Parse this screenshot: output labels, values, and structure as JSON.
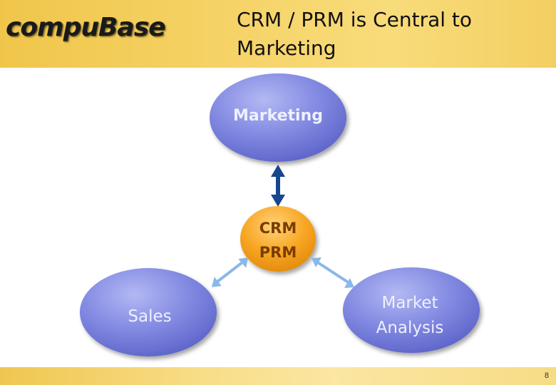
{
  "header": {
    "logo_text": "compuBase",
    "title": "CRM / PRM is Central to\nMarketing"
  },
  "diagram": {
    "nodes": {
      "marketing": "Marketing",
      "crm": "CRM\nPRM",
      "sales": "Sales",
      "market_analysis": "Market\nAnalysis"
    },
    "colors": {
      "node_blue": "#7f86e0",
      "node_orange": "#f5a21f",
      "arrow_dark": "#17458f",
      "arrow_light": "#8ab8e8",
      "header_gold": "#f3cf62"
    }
  },
  "footer": {
    "page_number": "8"
  }
}
